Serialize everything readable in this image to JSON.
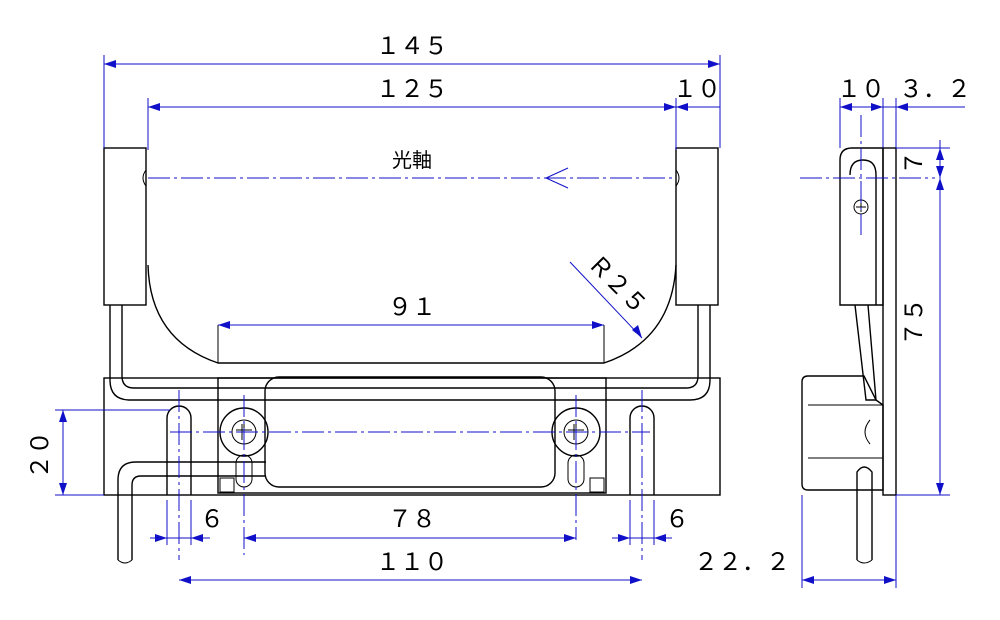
{
  "drawing": {
    "optical_axis_label": "光軸",
    "dimensions": {
      "overall_width": "１４５",
      "inner_width": "１２５",
      "side_width": "１０",
      "top_radius": "Ｒ２５",
      "handle_width": "９１",
      "height_20": "２０",
      "slot_left": "６",
      "screw_pitch": "７８",
      "slot_right": "６",
      "slot_pitch": "１１０",
      "side_thickness": "１０",
      "plate_thickness": "３．２",
      "top_offset": "７",
      "side_height": "７５",
      "depth": "２２．２"
    }
  },
  "colors": {
    "outline": "#000000",
    "dimension": "#1010c8"
  }
}
